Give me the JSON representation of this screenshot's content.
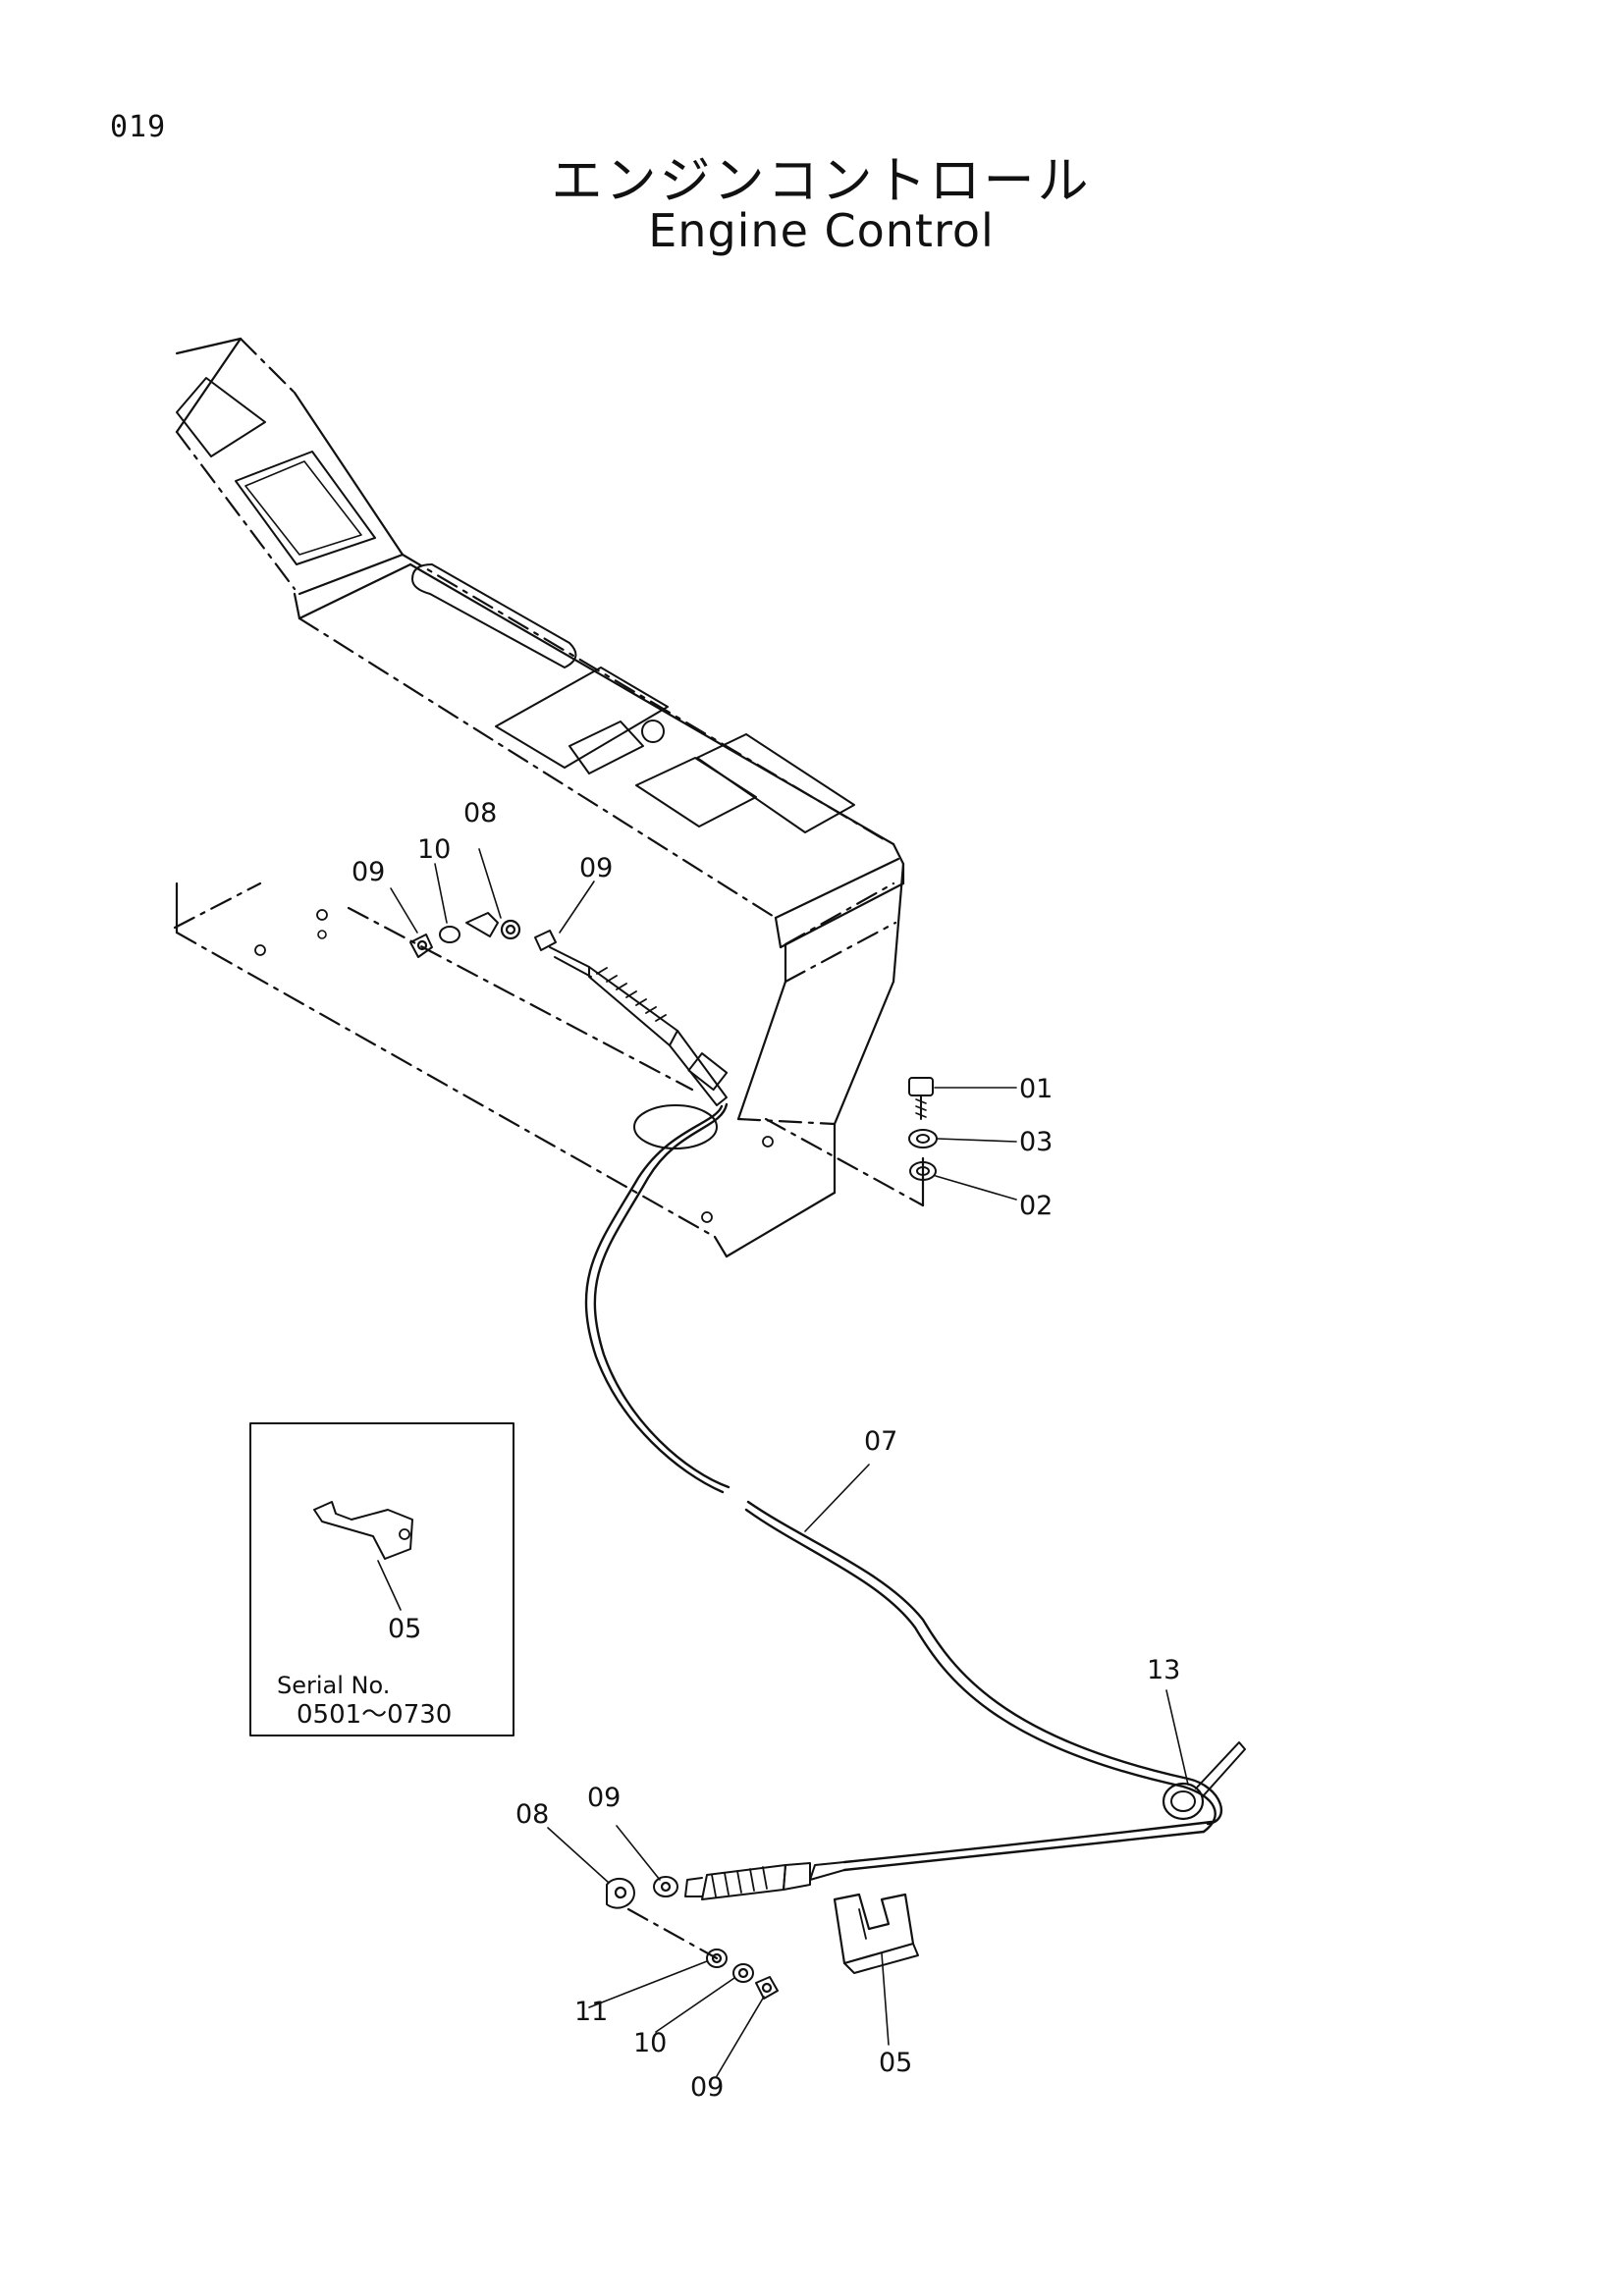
{
  "page_number": "019",
  "title_jp": "エンジンコントロール",
  "title_en": "Engine Control",
  "inset": {
    "part_label": "05",
    "serial_label": "Serial No.",
    "serial_range": "0501〜0730"
  },
  "callouts": {
    "upper_09_left": "09",
    "upper_10": "10",
    "upper_08": "08",
    "upper_09_right": "09",
    "c01": "01",
    "c03": "03",
    "c02": "02",
    "c07": "07",
    "c13": "13",
    "lower_08": "08",
    "lower_09_top": "09",
    "c11": "11",
    "lower_10": "10",
    "lower_09_bottom": "09",
    "lower_05": "05"
  }
}
